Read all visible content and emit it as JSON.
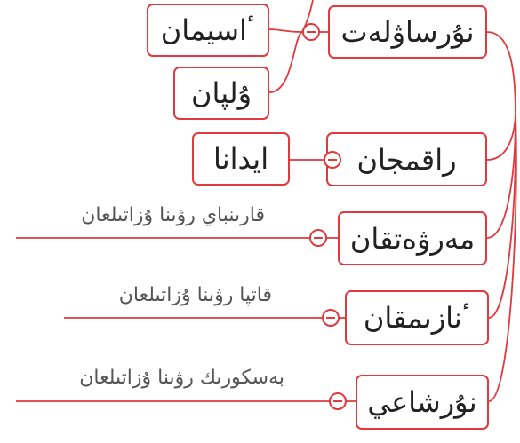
{
  "mindmap": {
    "branches": [
      {
        "label": "نۇرساۋلەت",
        "children": [
          "ٴاسيمان",
          "ۇلپان"
        ]
      },
      {
        "label": "راقمجان",
        "children": [
          "ايدانا"
        ]
      },
      {
        "label": "مەرۋەتقان",
        "text_child": "قارىنباي رۋىنا ۇزاتىلعان"
      },
      {
        "label": "ٴنازىمقان",
        "text_child": "قاتپا رۋىنا ۇزاتىلعان"
      },
      {
        "label": "نۇرشاعي",
        "text_child": "بەسكورىك رۋىنا ۇزاتىلعان"
      }
    ]
  },
  "colors": {
    "accent": "#e0393e",
    "node_fill": "#ffffff",
    "text": "#222222",
    "secondary_text": "#555555"
  }
}
